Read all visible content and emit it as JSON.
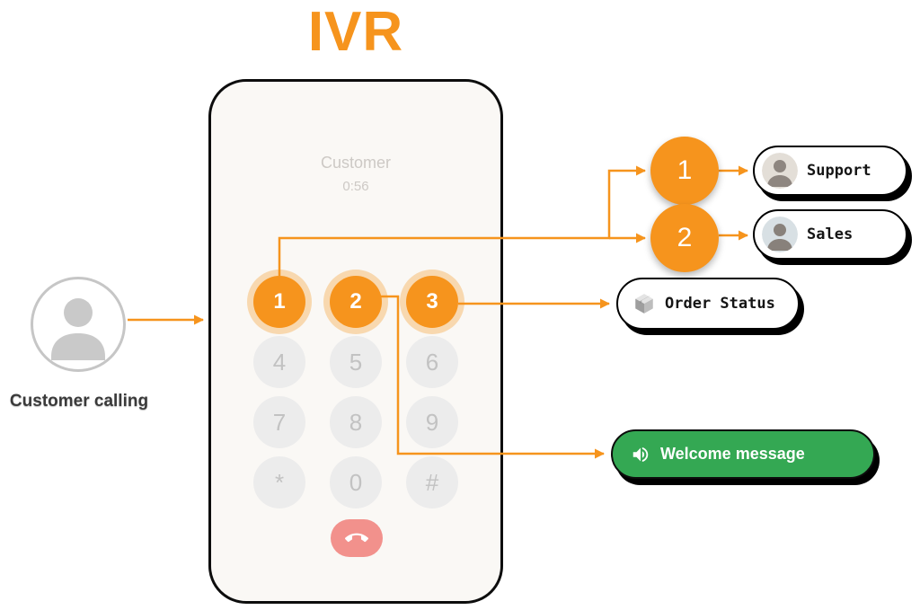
{
  "title": "IVR",
  "colors": {
    "accent_orange": "#F6941D",
    "success_green": "#34A853",
    "hangup_pink": "#F2918C",
    "key_gray": "#ECECEC"
  },
  "caller": {
    "label": "Customer calling",
    "icon": "person-icon"
  },
  "phone": {
    "contact_name": "Customer",
    "call_timer": "0:56",
    "keys": [
      "1",
      "2",
      "3",
      "4",
      "5",
      "6",
      "7",
      "8",
      "9",
      "*",
      "0",
      "#"
    ],
    "active_keys": [
      "1",
      "2",
      "3"
    ],
    "hangup_icon": "call-end-icon"
  },
  "options": {
    "badge_1": "1",
    "badge_2": "2",
    "support": {
      "label": "Support",
      "icon": "avatar-icon"
    },
    "sales": {
      "label": "Sales",
      "icon": "avatar-icon"
    },
    "order_status": {
      "label": "Order Status",
      "icon": "package-icon"
    },
    "welcome": {
      "label": "Welcome message",
      "icon": "speaker-icon"
    }
  }
}
